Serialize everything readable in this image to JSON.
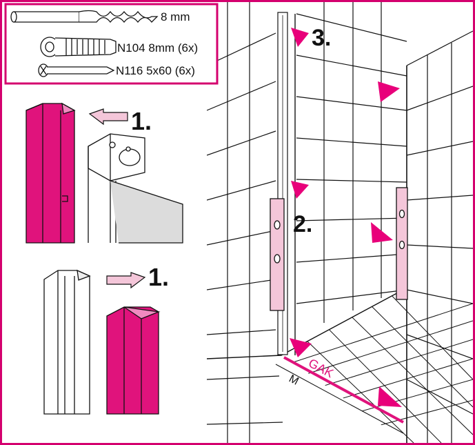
{
  "colors": {
    "frame": "#d4006e",
    "profile_magenta": "#e0137c",
    "arrow_pink": "#e8007a",
    "light_pink": "#f4c6d9",
    "line": "#111111"
  },
  "parts_box": {
    "items": [
      {
        "icon": "drill-bit-icon",
        "label": "8 mm"
      },
      {
        "icon": "wall-plug-icon",
        "label": "N104 8mm (6x)"
      },
      {
        "icon": "screw-icon",
        "label": "N116 5x60 (6x)"
      }
    ]
  },
  "steps": {
    "top_left": "1.",
    "bottom_left": "1.",
    "wall_top": "3.",
    "wall_middle": "2."
  },
  "floor_labels": {
    "gak": "GAK",
    "m": "M"
  }
}
